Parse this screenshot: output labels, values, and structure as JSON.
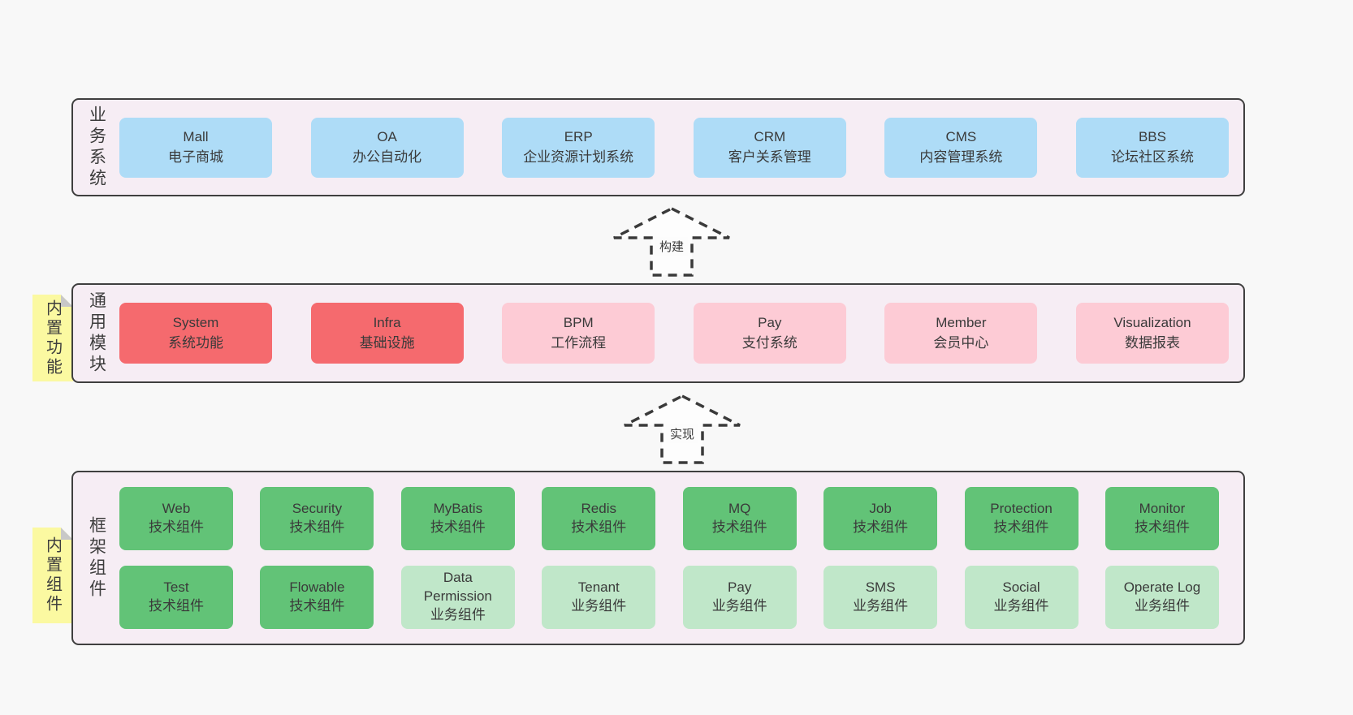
{
  "colors": {
    "page_bg": "#f8f8f8",
    "band_bg": "#f6edf4",
    "band_border": "#3f3f3f",
    "blue_box": "#aedcf7",
    "red_box": "#f56a6e",
    "pink_box": "#fdcbd5",
    "green_box": "#62c377",
    "light_green_box": "#c0e7c9",
    "sticky_yellow": "#fbf9a1",
    "text": "#3d3d3d"
  },
  "arrows": {
    "build": {
      "label": "构建"
    },
    "implement": {
      "label": "实现"
    }
  },
  "bands": {
    "business": {
      "label": "业务系统",
      "boxes": [
        {
          "title": "Mall",
          "subtitle": "电子商城"
        },
        {
          "title": "OA",
          "subtitle": "办公自动化"
        },
        {
          "title": "ERP",
          "subtitle": "企业资源计划系统"
        },
        {
          "title": "CRM",
          "subtitle": "客户关系管理"
        },
        {
          "title": "CMS",
          "subtitle": "内容管理系统"
        },
        {
          "title": "BBS",
          "subtitle": "论坛社区系统"
        }
      ]
    },
    "modules": {
      "label": "通用模块",
      "sticky": "内置功能",
      "boxes": [
        {
          "title": "System",
          "subtitle": "系统功能"
        },
        {
          "title": "Infra",
          "subtitle": "基础设施"
        },
        {
          "title": "BPM",
          "subtitle": "工作流程"
        },
        {
          "title": "Pay",
          "subtitle": "支付系统"
        },
        {
          "title": "Member",
          "subtitle": "会员中心"
        },
        {
          "title": "Visualization",
          "subtitle": "数据报表"
        }
      ]
    },
    "framework": {
      "label": "框架组件",
      "sticky": "内置组件",
      "row1": [
        {
          "title": "Web",
          "subtitle": "技术组件"
        },
        {
          "title": "Security",
          "subtitle": "技术组件"
        },
        {
          "title": "MyBatis",
          "subtitle": "技术组件"
        },
        {
          "title": "Redis",
          "subtitle": "技术组件"
        },
        {
          "title": "MQ",
          "subtitle": "技术组件"
        },
        {
          "title": "Job",
          "subtitle": "技术组件"
        },
        {
          "title": "Protection",
          "subtitle": "技术组件"
        },
        {
          "title": "Monitor",
          "subtitle": "技术组件"
        }
      ],
      "row2": [
        {
          "title": "Test",
          "subtitle": "技术组件"
        },
        {
          "title": "Flowable",
          "subtitle": "技术组件"
        },
        {
          "title": "Data Permission",
          "subtitle": "业务组件"
        },
        {
          "title": "Tenant",
          "subtitle": "业务组件"
        },
        {
          "title": "Pay",
          "subtitle": "业务组件"
        },
        {
          "title": "SMS",
          "subtitle": "业务组件"
        },
        {
          "title": "Social",
          "subtitle": "业务组件"
        },
        {
          "title": "Operate Log",
          "subtitle": "业务组件"
        }
      ]
    }
  }
}
